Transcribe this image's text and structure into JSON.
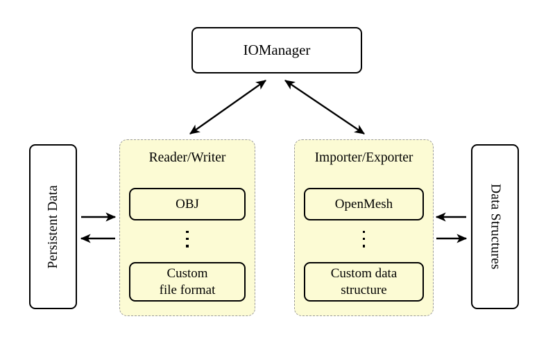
{
  "diagram": {
    "title_node": {
      "label": "IOManager"
    },
    "left_endpoint": {
      "label": "Persistent Data"
    },
    "right_endpoint": {
      "label": "Data Structures"
    },
    "groups": [
      {
        "title": "Reader/Writer",
        "top_item": "OBJ",
        "ellipsis": "⋮",
        "bottom_item_line1": "Custom",
        "bottom_item_line2": "file format"
      },
      {
        "title": "Importer/Exporter",
        "top_item": "OpenMesh",
        "ellipsis": "⋮",
        "bottom_item_line1": "Custom data",
        "bottom_item_line2": "structure"
      }
    ],
    "colors": {
      "group_fill": "#fcfbd4",
      "group_border": "#9a9a9a",
      "node_border": "#000000",
      "node_fill": "#ffffff",
      "arrow": "#000000",
      "background": "#ffffff"
    },
    "connections": [
      {
        "name": "iomanager-to-reader-writer",
        "style": "double-headed"
      },
      {
        "name": "iomanager-to-importer-exporter",
        "style": "double-headed"
      },
      {
        "name": "persistent-data-to-reader-writer",
        "style": "single-headed-right"
      },
      {
        "name": "reader-writer-to-persistent-data",
        "style": "single-headed-left"
      },
      {
        "name": "importer-exporter-to-data-structures-in",
        "style": "single-headed-left"
      },
      {
        "name": "importer-exporter-to-data-structures-out",
        "style": "single-headed-right"
      }
    ]
  }
}
